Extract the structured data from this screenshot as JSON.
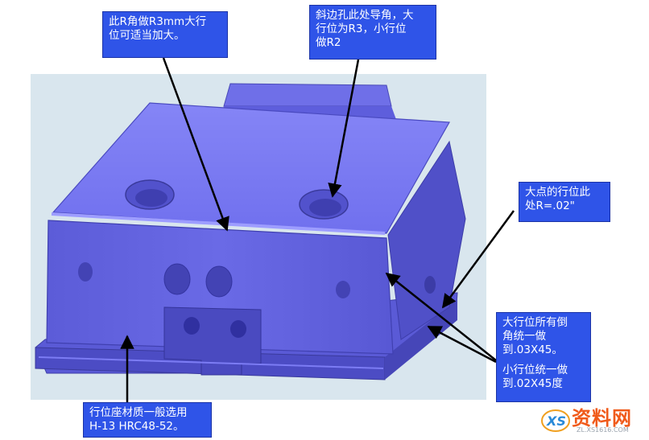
{
  "callouts": {
    "r3_corner": {
      "lines": [
        "此R角做R3mm大行",
        "位可适当加大。"
      ]
    },
    "bevel_hole": {
      "lines": [
        "斜边孔此处导角，大",
        "行位为R3，小行位",
        "做R2"
      ]
    },
    "big_point": {
      "lines": [
        "大点的行位此",
        "处R=.02\""
      ]
    },
    "chamfer": {
      "lines": [
        "大行位所有倒",
        "角统一做",
        "到.03X45。",
        "小行位统一做",
        "到.02X45度"
      ]
    },
    "material": {
      "lines": [
        "行位座材质一般选用",
        "H-13 HRC48-52。"
      ]
    }
  },
  "watermark": {
    "text": "资料网",
    "url": "ZL.XS1616.COM"
  },
  "colors": {
    "callout_bg": "#2f54e8",
    "part_body": "#6c6cf0",
    "scene_bg": "#d9e6ee"
  }
}
